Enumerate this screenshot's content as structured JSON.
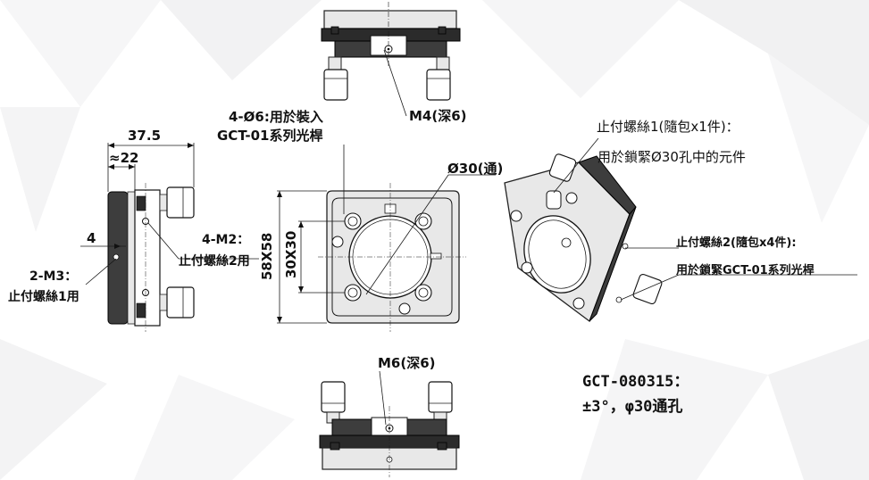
{
  "labels": {
    "dim_37_5": "37.5",
    "dim_22": "≈22",
    "dim_4": "4",
    "m3_title": "2-M3：",
    "m3_desc": "止付螺絲1用",
    "m2_title": "4-M2：",
    "m2_desc": "止付螺絲2用",
    "holes_line1": "4-Ø6:用於裝入",
    "holes_line2": "GCT-01系列光桿",
    "aperture": "Ø30(通)",
    "dim_58": "58X58",
    "dim_30": "30X30",
    "m4": "M4(深6)",
    "m6": "M6(深6)",
    "screw1_title": "止付螺絲1(隨包x1件)：",
    "screw1_desc": "用於鎖緊Ø30孔中的元件",
    "screw2_title": "止付螺絲2(隨包x4件):",
    "screw2_desc": "用於鎖緊GCT-01系列光桿",
    "model": "GCT-080315：",
    "spec": "±3°，φ30通孔"
  }
}
